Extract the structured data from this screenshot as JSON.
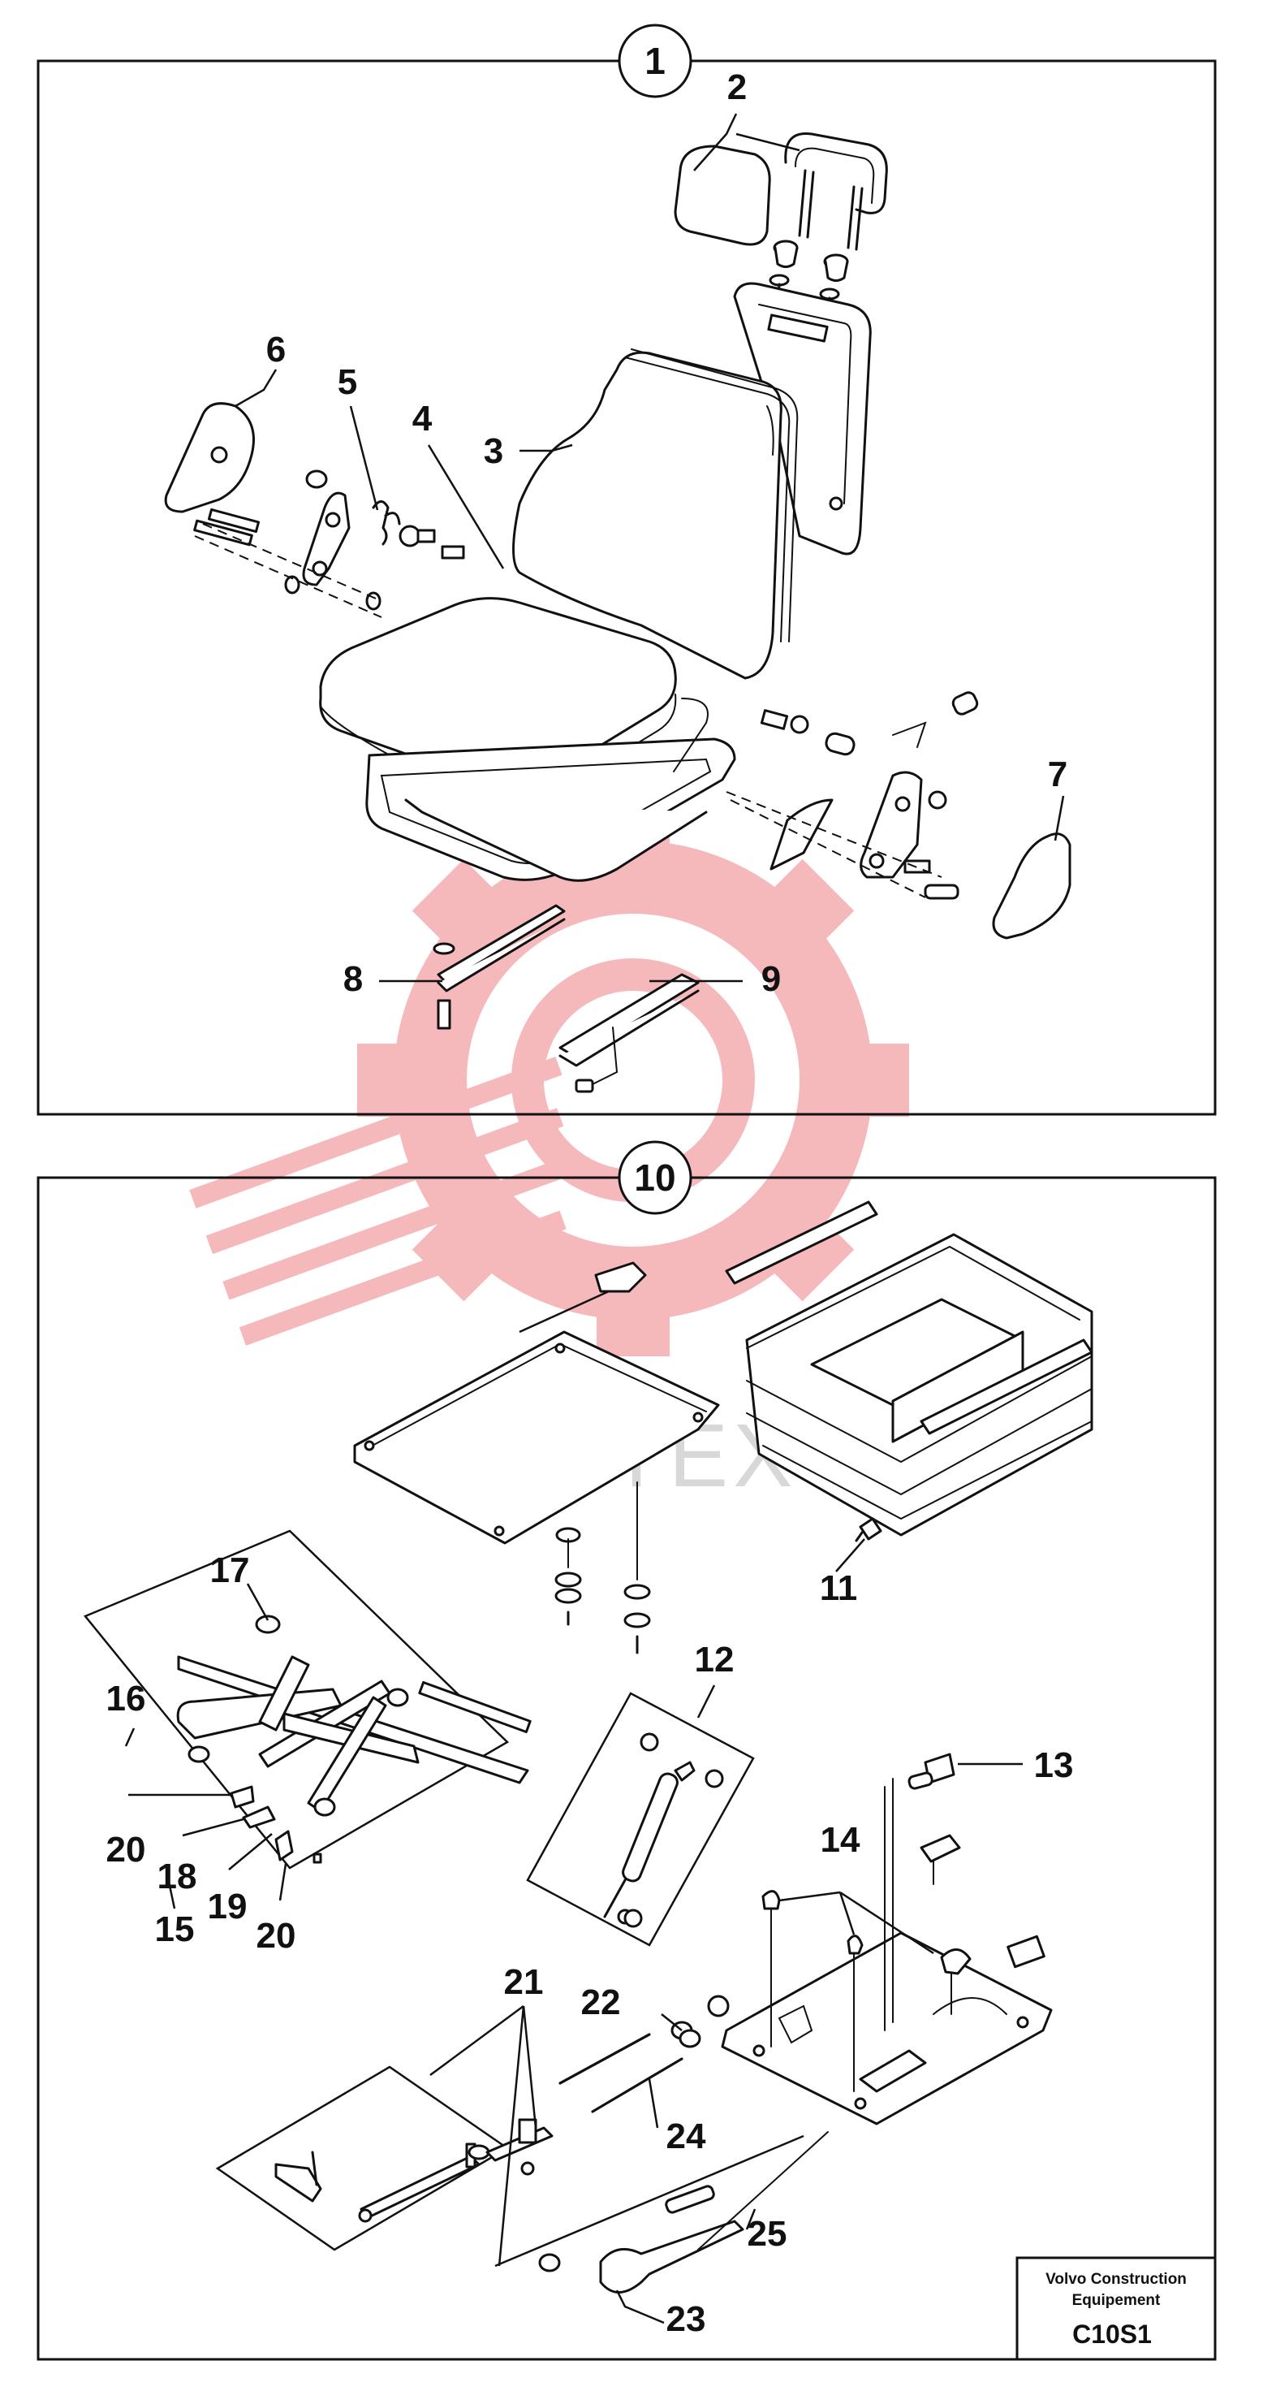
{
  "diagram": {
    "sections": [
      {
        "id": "1",
        "label": "1"
      },
      {
        "id": "10",
        "label": "10"
      }
    ],
    "part_labels": [
      {
        "id": "2",
        "label": "2"
      },
      {
        "id": "3",
        "label": "3"
      },
      {
        "id": "4",
        "label": "4"
      },
      {
        "id": "5",
        "label": "5"
      },
      {
        "id": "6",
        "label": "6"
      },
      {
        "id": "7",
        "label": "7"
      },
      {
        "id": "8",
        "label": "8"
      },
      {
        "id": "9",
        "label": "9"
      },
      {
        "id": "11",
        "label": "11"
      },
      {
        "id": "12",
        "label": "12"
      },
      {
        "id": "13",
        "label": "13"
      },
      {
        "id": "14",
        "label": "14"
      },
      {
        "id": "15",
        "label": "15"
      },
      {
        "id": "16",
        "label": "16"
      },
      {
        "id": "17",
        "label": "17"
      },
      {
        "id": "18",
        "label": "18"
      },
      {
        "id": "19",
        "label": "19"
      },
      {
        "id": "20a",
        "label": "20"
      },
      {
        "id": "20b",
        "label": "20"
      },
      {
        "id": "21",
        "label": "21"
      },
      {
        "id": "22",
        "label": "22"
      },
      {
        "id": "23",
        "label": "23"
      },
      {
        "id": "24",
        "label": "24"
      },
      {
        "id": "25",
        "label": "25"
      }
    ],
    "title_block": {
      "company_line1": "Volvo Construction",
      "company_line2": "Equipement",
      "code": "C10S1"
    },
    "watermark": {
      "text": "ИНТЕХ",
      "color": "#e8414a"
    }
  }
}
